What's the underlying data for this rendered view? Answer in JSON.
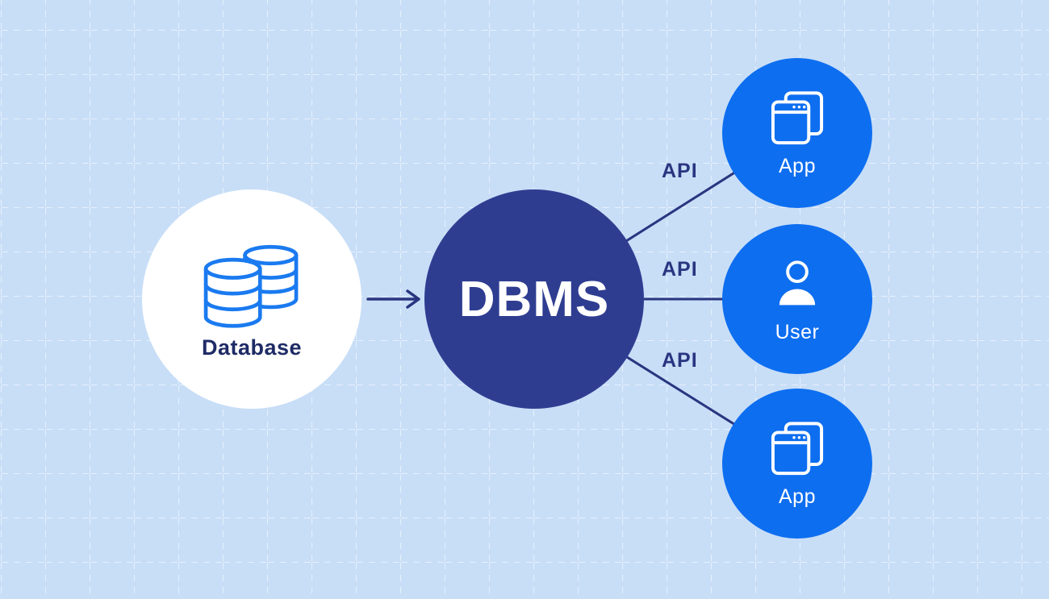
{
  "colors": {
    "background": "#c8def7",
    "grid_line": "#ffffff",
    "database_circle": "#ffffff",
    "dbms_circle": "#2f3d91",
    "endpoint_circle": "#0d6ef0",
    "connector": "#2a3580",
    "database_icon_stroke": "#1a7af0",
    "dark_text": "#1e2b66"
  },
  "nodes": {
    "database": {
      "label": "Database",
      "icon": "database-stack-icon"
    },
    "dbms": {
      "label": "DBMS"
    },
    "app_top": {
      "label": "App",
      "icon": "app-window-icon"
    },
    "user": {
      "label": "User",
      "icon": "user-icon"
    },
    "app_bottom": {
      "label": "App",
      "icon": "app-window-icon"
    }
  },
  "edges": {
    "arrow": {
      "icon": "arrow-right-icon"
    },
    "top": {
      "label": "API"
    },
    "middle": {
      "label": "API"
    },
    "bottom": {
      "label": "API"
    }
  }
}
